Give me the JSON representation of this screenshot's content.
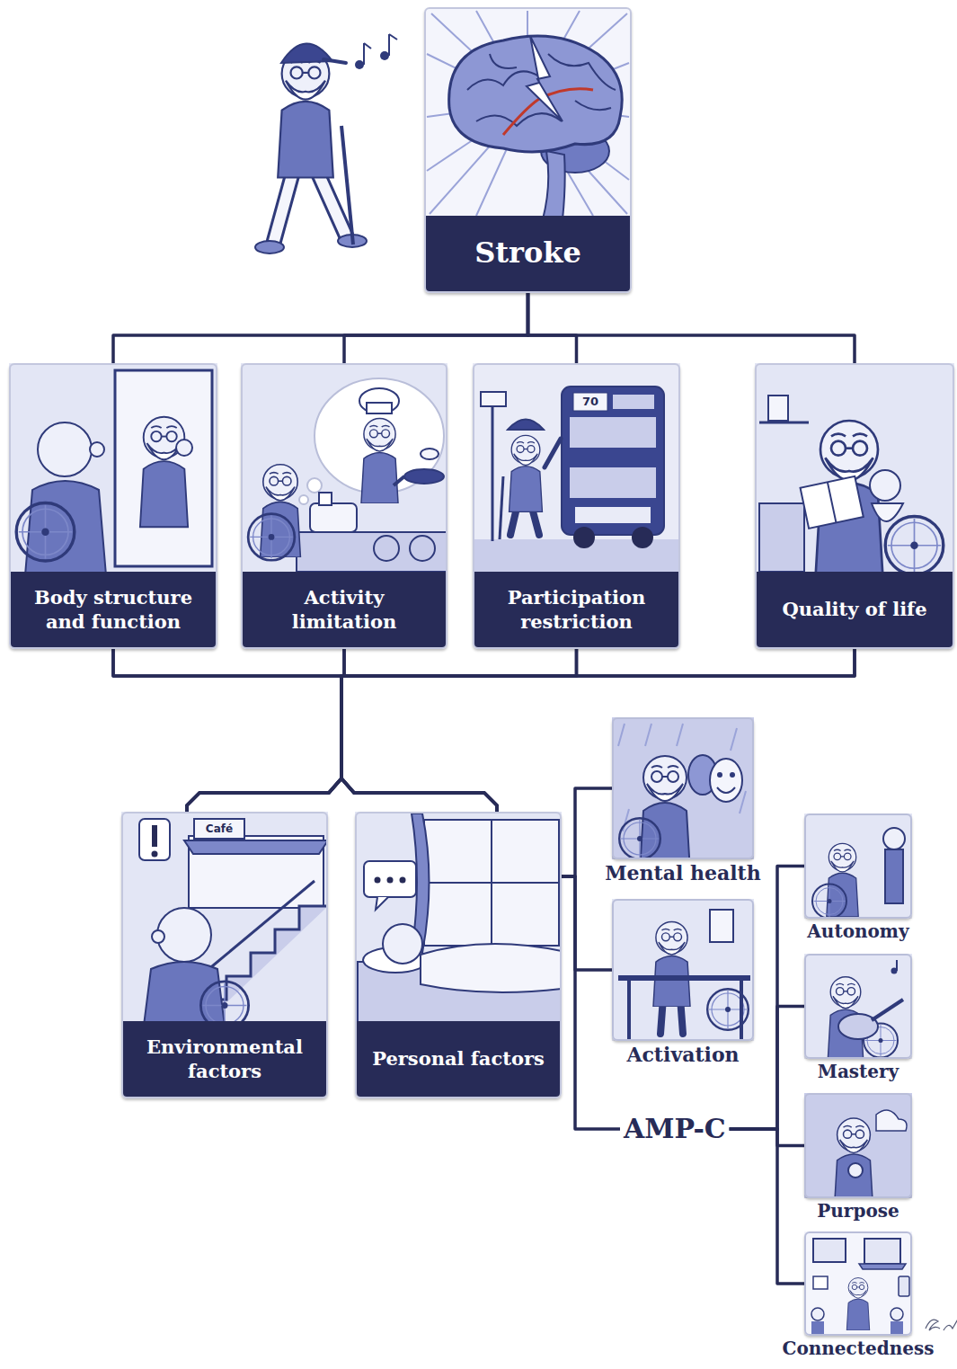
{
  "diagram": {
    "nodes": [
      {
        "text": [
          "Stroke"
        ]
      },
      {
        "text": [
          "Body structure and function"
        ]
      },
      {
        "text": [
          "Activity limitation"
        ]
      },
      {
        "text": [
          "Participation restriction"
        ]
      },
      {
        "text": [
          "Quality of life"
        ]
      },
      {
        "text": [
          "Environmental factors"
        ]
      },
      {
        "text": [
          "Personal factors"
        ]
      },
      {
        "text": [
          "Mental health"
        ]
      },
      {
        "text": [
          "Activation"
        ]
      },
      {
        "text": [
          "AMP-C"
        ]
      },
      {
        "text": [
          "Autonomy"
        ]
      },
      {
        "text": [
          "Mastery"
        ]
      },
      {
        "text": [
          "Purpose"
        ]
      },
      {
        "text": [
          "Connectedness"
        ]
      }
    ],
    "edges": [
      {
        "from": 0,
        "to": 1,
        "arrow": "none"
      },
      {
        "from": 0,
        "to": 2,
        "arrow": "none"
      },
      {
        "from": 0,
        "to": 3,
        "arrow": "none"
      },
      {
        "from": 0,
        "to": 4,
        "arrow": "none"
      },
      {
        "from": 1,
        "to": 5,
        "arrow": "none"
      },
      {
        "from": 1,
        "to": 6,
        "arrow": "none"
      },
      {
        "from": 2,
        "to": 5,
        "arrow": "none"
      },
      {
        "from": 2,
        "to": 6,
        "arrow": "none"
      },
      {
        "from": 3,
        "to": 5,
        "arrow": "none"
      },
      {
        "from": 3,
        "to": 6,
        "arrow": "none"
      },
      {
        "from": 4,
        "to": 5,
        "arrow": "none"
      },
      {
        "from": 4,
        "to": 6,
        "arrow": "none"
      },
      {
        "from": 6,
        "to": 7,
        "arrow": "none"
      },
      {
        "from": 6,
        "to": 8,
        "arrow": "none"
      },
      {
        "from": 6,
        "to": 9,
        "arrow": "none"
      },
      {
        "from": 9,
        "to": 10,
        "arrow": "none"
      },
      {
        "from": 9,
        "to": 11,
        "arrow": "none"
      },
      {
        "from": 9,
        "to": 12,
        "arrow": "none"
      },
      {
        "from": 9,
        "to": 13,
        "arrow": "none"
      }
    ],
    "labels": [
      "Café",
      "70"
    ]
  }
}
